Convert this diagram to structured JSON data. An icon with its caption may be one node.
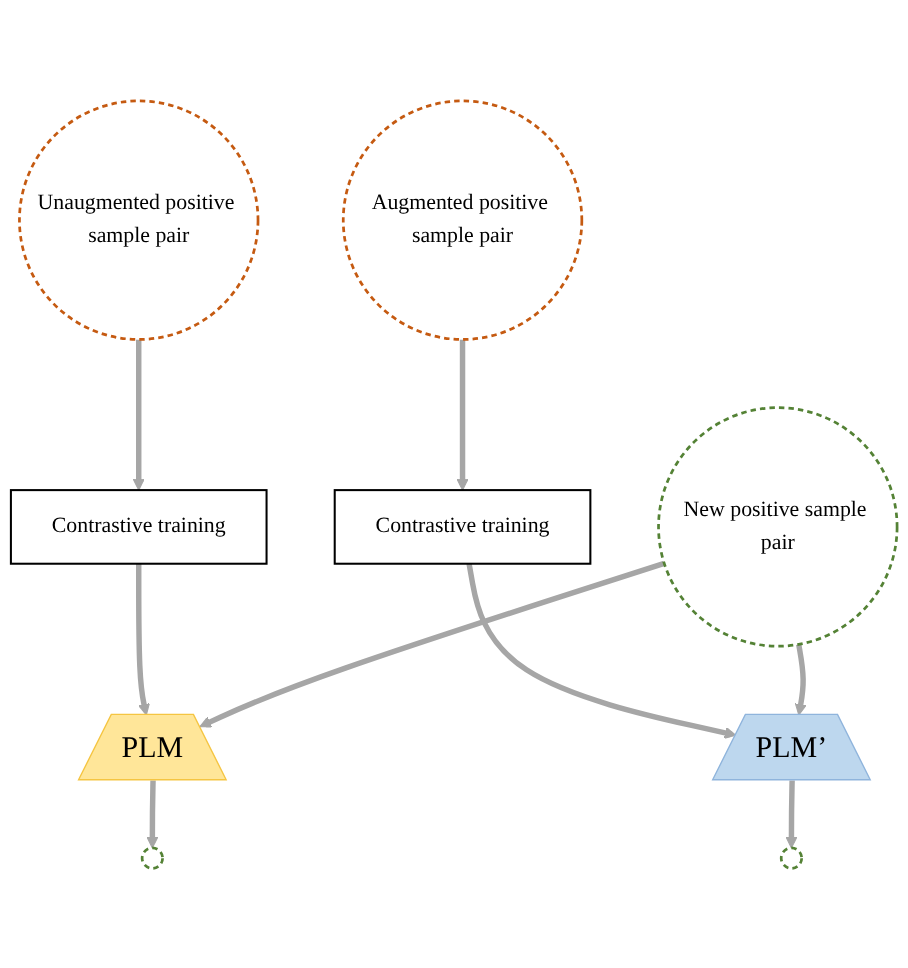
{
  "diagram": {
    "nodes": [
      {
        "text": [
          "Unaugmented positive sample pair"
        ]
      },
      {
        "text": [
          "Contrastive training"
        ]
      },
      {
        "text": [
          "PLM"
        ]
      },
      {
        "text": [],
        "shape": "circle"
      },
      {
        "text": [
          "Augmented positive sample pair"
        ]
      },
      {
        "text": [
          "Contrastive training"
        ]
      },
      {
        "text": [
          "PLM’"
        ]
      },
      {
        "text": [],
        "shape": "circle"
      },
      {
        "text": [
          "New positive sample pair"
        ]
      }
    ],
    "edges": [
      {
        "from": 0,
        "to": 1,
        "arrow": "to"
      },
      {
        "from": 1,
        "to": 2,
        "arrow": "to"
      },
      {
        "from": 2,
        "to": 3,
        "arrow": "to"
      },
      {
        "from": 4,
        "to": 5,
        "arrow": "to"
      },
      {
        "from": 5,
        "to": 6,
        "arrow": "to"
      },
      {
        "from": 6,
        "to": 7,
        "arrow": "to"
      },
      {
        "from": 8,
        "to": 2,
        "arrow": "to"
      },
      {
        "from": 8,
        "to": 6,
        "arrow": "to"
      }
    ]
  }
}
